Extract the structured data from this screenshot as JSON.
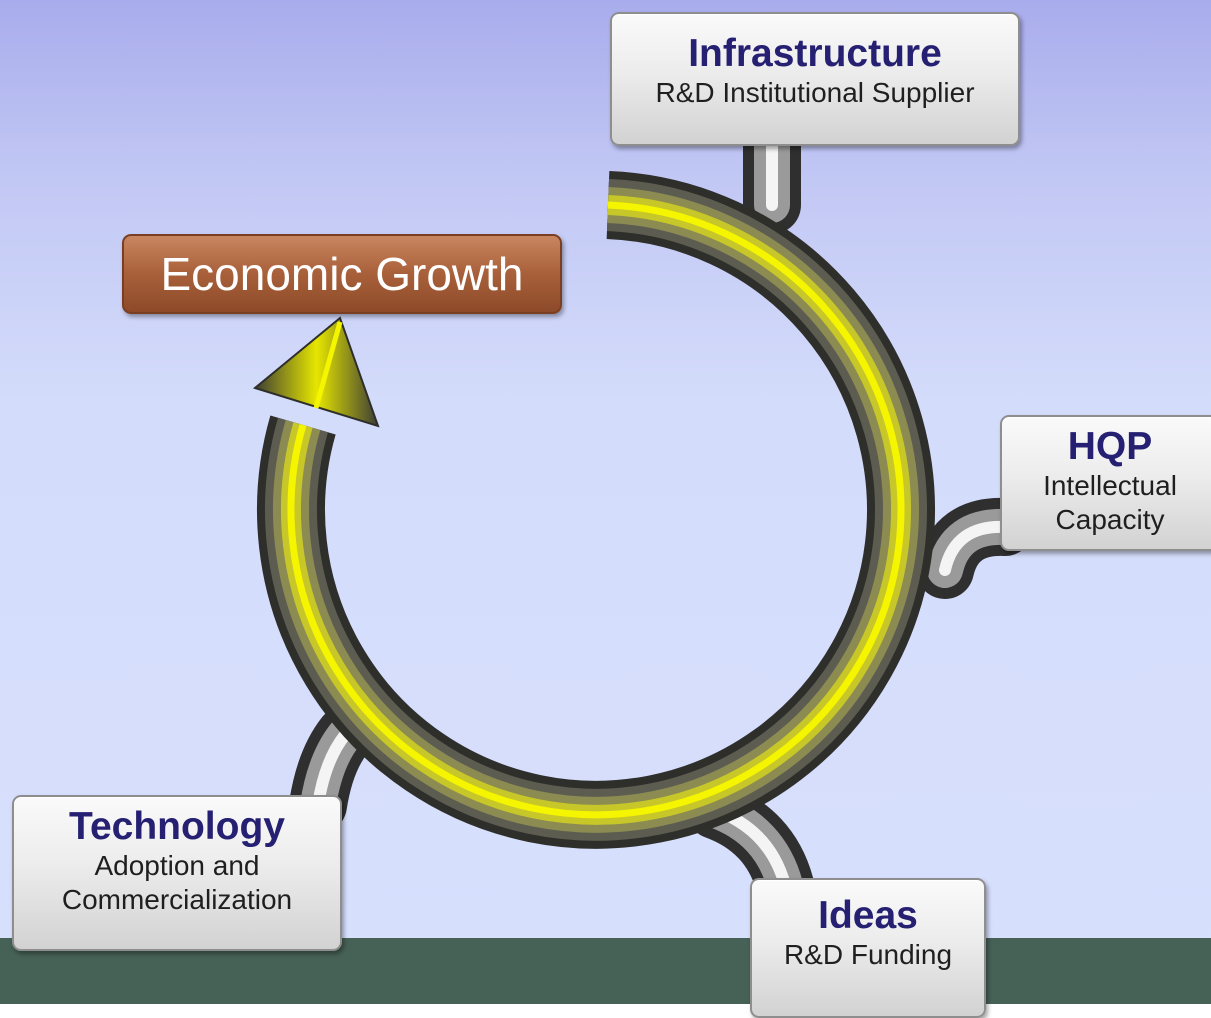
{
  "diagram": {
    "outcome": {
      "label": "Economic Growth"
    },
    "nodes": [
      {
        "id": "infrastructure",
        "title": "Infrastructure",
        "lines": [
          "R&D Institutional Supplier"
        ]
      },
      {
        "id": "hqp",
        "title": "HQP",
        "lines": [
          "Intellectual",
          "Capacity"
        ]
      },
      {
        "id": "ideas",
        "title": "Ideas",
        "lines": [
          "R&D Funding"
        ]
      },
      {
        "id": "technology",
        "title": "Technology",
        "lines": [
          "Adoption and",
          "Commercialization"
        ]
      }
    ]
  },
  "colors": {
    "ring_glow": "#f5f500",
    "ring_tube": "#3e3e3e",
    "outcome_box": "#a8603a",
    "title_text": "#262072",
    "ground": "#466156"
  }
}
